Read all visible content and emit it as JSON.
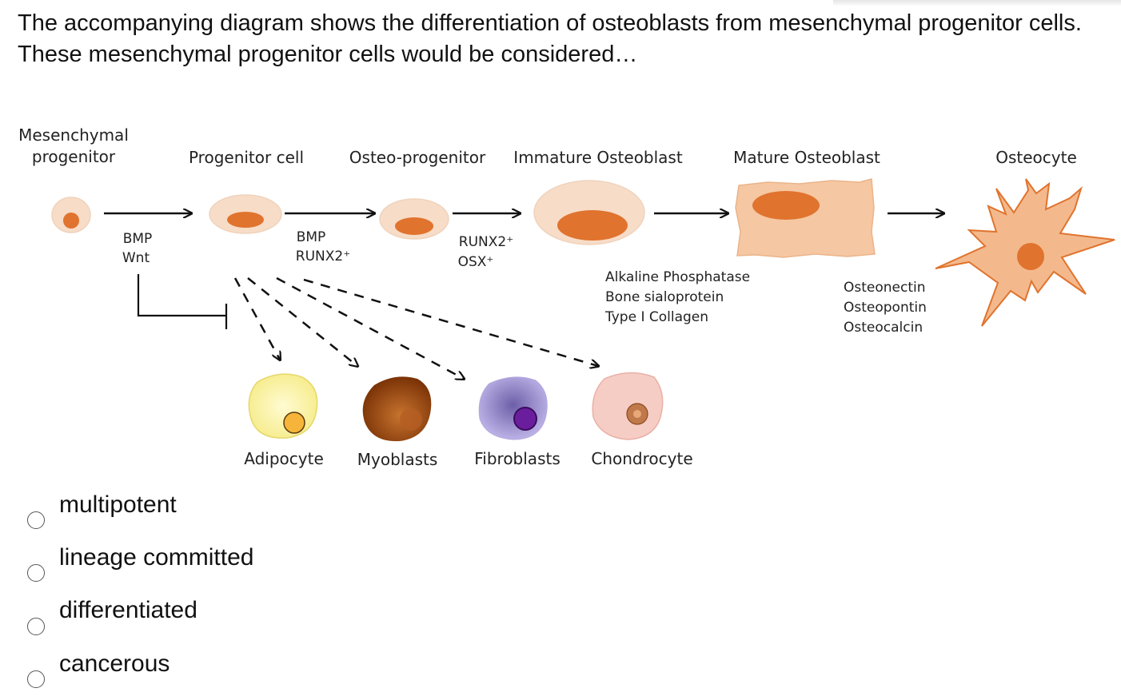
{
  "question": {
    "text": "The accompanying diagram shows the differentiation of osteoblasts from mesenchymal progenitor cells. These mesenchymal progenitor cells would be considered…"
  },
  "diagram": {
    "stages": {
      "mesenchymal_line1": "Mesenchymal",
      "mesenchymal_line2": "progenitor",
      "progenitor_cell": "Progenitor cell",
      "osteo_progenitor": "Osteo-progenitor",
      "immature_osteoblast": "Immature Osteoblast",
      "mature_osteoblast": "Mature Osteoblast",
      "osteocyte": "Osteocyte"
    },
    "factors": {
      "step1_line1": "BMP",
      "step1_line2": "Wnt",
      "step2_line1": "BMP",
      "step2_line2": "RUNX2⁺",
      "step3_line1": "RUNX2⁺",
      "step3_line2": "OSX⁺"
    },
    "markers_mature": [
      "Alkaline Phosphatase",
      "Bone sialoprotein",
      "Type I Collagen"
    ],
    "markers_osteocyte": [
      "Osteonectin",
      "Osteopontin",
      "Osteocalcin"
    ],
    "lineages": [
      "Adipocyte",
      "Myoblasts",
      "Fibroblasts",
      "Chondrocyte"
    ],
    "colors": {
      "nucleus": "#e0732e",
      "cytoplasm": "#f7dcc7",
      "mature_cytoplasm": "#f5c7a2",
      "osteocyte_body": "#f3b98c",
      "adipocyte": "#f9f3a8",
      "myoblast": "#a5501a",
      "fibroblast": "#9a8fce",
      "chondrocyte": "#f6cdc4"
    }
  },
  "options": [
    {
      "label": "multipotent"
    },
    {
      "label": "lineage committed"
    },
    {
      "label": "differentiated"
    },
    {
      "label": "cancerous"
    }
  ]
}
